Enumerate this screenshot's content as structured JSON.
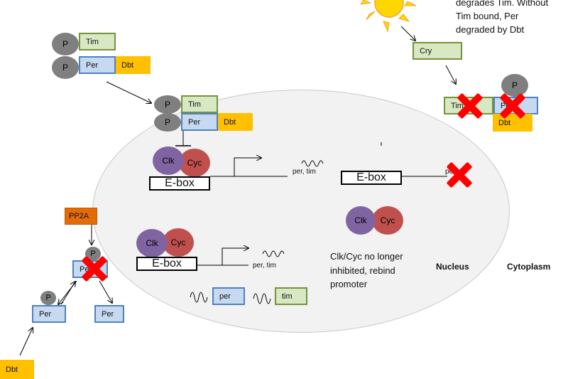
{
  "labels": {
    "p": "P",
    "tim": "Tim",
    "per": "Per",
    "dbt": "Dbt",
    "cry": "Cry",
    "pp2a": "PP2A",
    "clk": "Clk",
    "cyc": "Cyc",
    "ebox": "E-box",
    "per_tim": "per, tim",
    "per_lower": "per",
    "tim_lower": "tim",
    "pe_partial": "Pe",
    "per_partial": "pe",
    "tim_partial": "Tim",
    "per_obscured": "Pe"
  },
  "annotations": {
    "light_line1": "degrades Tim. Without",
    "light_line2": "Tim bound, Per",
    "light_line3": "degraded by Dbt",
    "rebind_line1": "Clk/Cyc no longer",
    "rebind_line2": "inhibited, rebind",
    "rebind_line3": "promoter"
  },
  "compartments": {
    "nucleus": "Nucleus",
    "cytoplasm": "Cytoplasm"
  },
  "colors": {
    "tim_fill": "#d7e8c2",
    "per_fill": "#c6d9f1",
    "dbt_fill": "#ffc000",
    "pp2a_fill": "#e36c09",
    "clk_fill": "#8064a2",
    "cyc_fill": "#c0504d",
    "phosphate_fill": "#7f7f7f",
    "cross": "#ff0000",
    "sun": "#ffd700"
  }
}
